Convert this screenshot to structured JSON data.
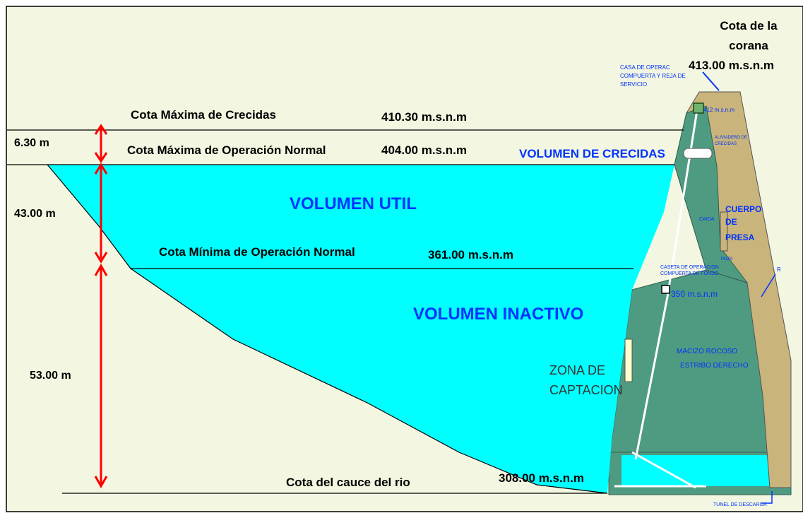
{
  "levels": {
    "max_flood": {
      "label": "Cota Máxima de Crecidas",
      "elevation": "410.30 m.s.n.m"
    },
    "max_normal": {
      "label": "Cota Máxima de Operación Normal",
      "elevation": "404.00 m.s.n.m"
    },
    "min_normal": {
      "label": "Cota Mínima de Operación Normal",
      "elevation": "361.00 m.s.n.m"
    },
    "riverbed": {
      "label": "Cota del cauce del rio",
      "elevation": "308.00 m.s.n.m"
    }
  },
  "heights": {
    "flood": "6.30 m",
    "useful": "43.00 m",
    "inactive": "53.00 m"
  },
  "volumes": {
    "flood": "VOLUMEN DE CRECIDAS",
    "useful": "VOLUMEN UTIL",
    "inactive": "VOLUMEN INACTIVO"
  },
  "crest": {
    "title_line1": "Cota de la",
    "title_line2": "corana",
    "elevation": "413.00 m.s.n.m"
  },
  "dam": {
    "operation_house": [
      "CASA DE OPERAC",
      "COMPUERTA Y REJA DE",
      "SERVICIO"
    ],
    "elev_412": "412 m.s.n.m",
    "spillway_inlet": [
      "ALIVIADERO DE",
      "CRECIDAS"
    ],
    "drop": "CAIDA",
    "body": [
      "CUERPO",
      "DE",
      "PRESA"
    ],
    "pool": "POZA",
    "gate_house": [
      "CASETA DE OPERACION",
      "COMPUERTA DE FONDO"
    ],
    "elev_350": "350 m.s.n.m",
    "rock_mass": "MACIZO ROCOSO",
    "right_abutment": "ESTRIBO DERECHO",
    "intake_zone": [
      "ZONA DE",
      "CAPTACION"
    ],
    "fill_label": "R",
    "discharge_tunnel": "TUNEL DE DESCARGA"
  },
  "colors": {
    "background": "#f3f6e0",
    "water": "#00ffff",
    "rock": "#4f9b82",
    "dam_body": "#c9b47c",
    "arrow": "#ff0000",
    "volume_text": "#0033ff"
  }
}
